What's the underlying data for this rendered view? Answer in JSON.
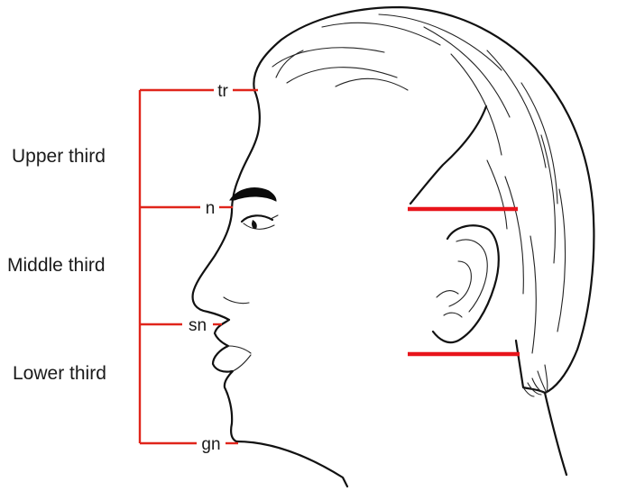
{
  "regions": {
    "upper": "Upper third",
    "middle": "Middle third",
    "lower": "Lower third"
  },
  "landmarks": {
    "trichion": "tr",
    "nasion": "n",
    "subnasale": "sn",
    "gnathion": "gn"
  },
  "colors": {
    "measurement_lines": "#e0251b",
    "outline": "#111111"
  }
}
